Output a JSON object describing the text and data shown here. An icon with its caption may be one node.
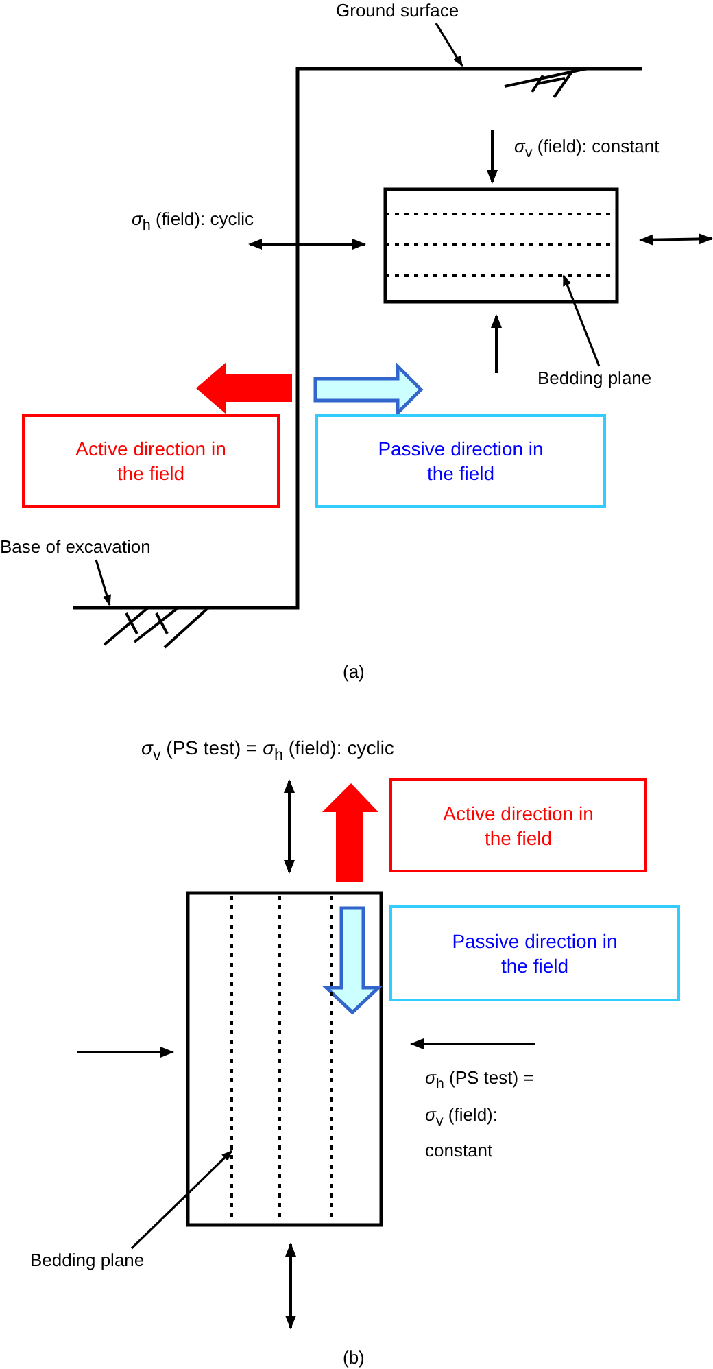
{
  "diagram": {
    "nodes": [
      {
        "text": [
          "Ground surface"
        ]
      },
      {
        "text": [],
        "shape": "line"
      },
      {
        "text": [
          "Bedding plane"
        ]
      },
      {
        "text": [
          "Active direction in the field"
        ]
      },
      {
        "text": [
          "Passive direction in the field"
        ]
      },
      {
        "text": [
          "Base of excavation"
        ]
      },
      {
        "text": [
          "Active direction in the field"
        ]
      },
      {
        "text": [
          "Passive direction in the field"
        ]
      },
      {
        "text": [],
        "shape": "line"
      },
      {
        "text": [
          "Bedding plane"
        ]
      }
    ],
    "edges": [
      {
        "from": 0,
        "to": null,
        "arrow": "to"
      },
      {
        "from": 2,
        "to": 1,
        "arrow": "to"
      },
      {
        "from": 5,
        "to": null,
        "arrow": "to"
      },
      {
        "from": 9,
        "to": 8,
        "arrow": "to"
      }
    ],
    "labels": [
      "*σ*$_{v}$ (field): constant",
      "*σ*$_{h}$ (field): cyclic",
      "(a)",
      "*σ*$_{v}$ (PS test) = *σ*$_{h}$ (field): cyclic",
      "*σ*$_{h}$ (PS test) = *σ*$_{v}$ (field): constant",
      "(b)"
    ]
  }
}
